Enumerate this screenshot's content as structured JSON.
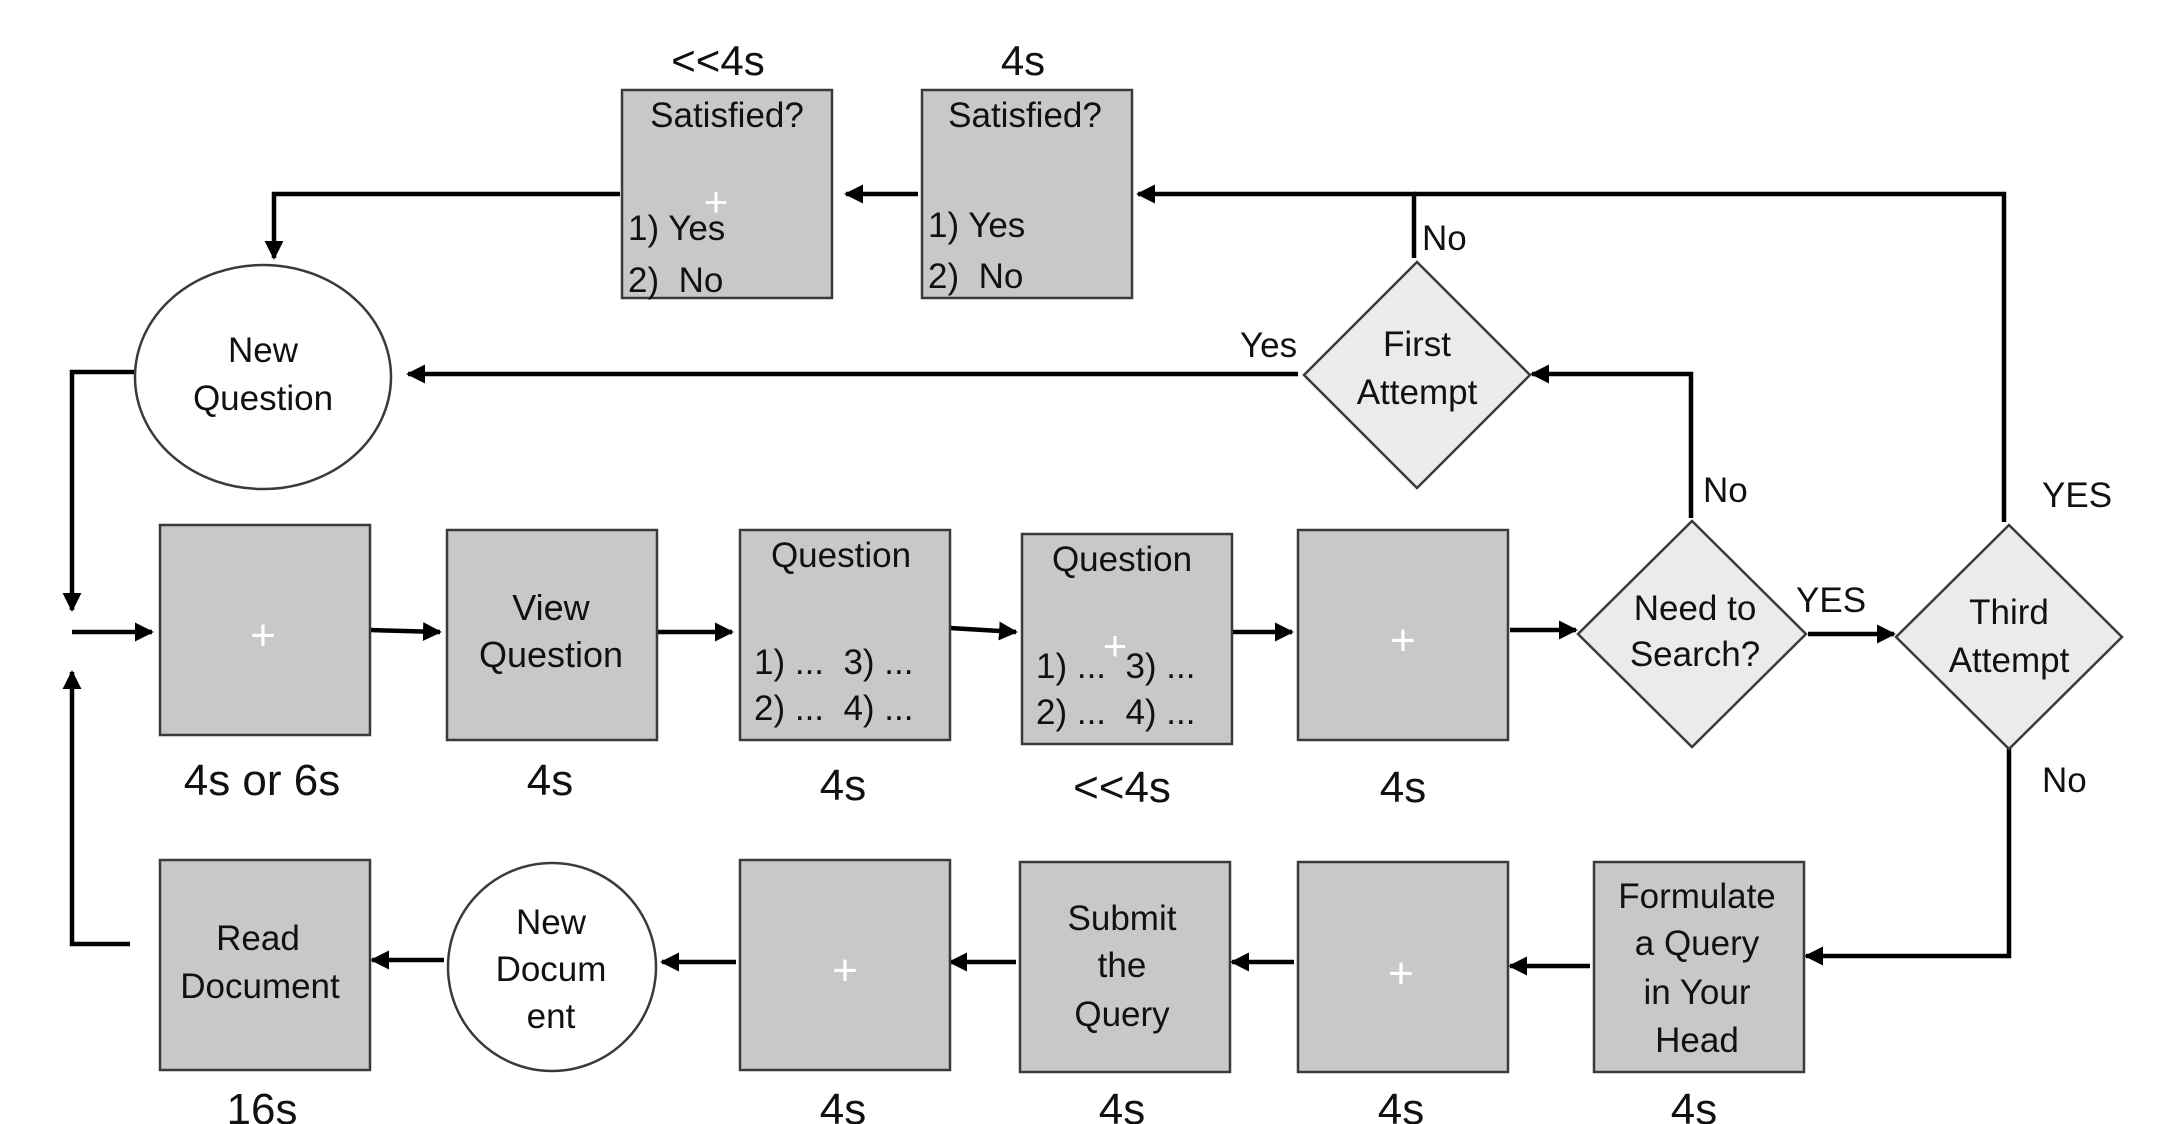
{
  "nodes": {
    "sat_left": {
      "title": "Satisfied?",
      "cross": "+",
      "opt1": "1) Yes",
      "opt2": "2)  No",
      "time": "<<4s"
    },
    "sat_right": {
      "title": "Satisfied?",
      "opt1": "1) Yes",
      "opt2": "2)  No",
      "time": "4s"
    },
    "new_question": {
      "line1": "New",
      "line2": "Question"
    },
    "first_attempt": {
      "line1": "First",
      "line2": "Attempt"
    },
    "fixation1": {
      "cross": "+",
      "time": "4s or 6s"
    },
    "view_question": {
      "line1": "View",
      "line2": "Question",
      "time": "4s"
    },
    "question1": {
      "title": "Question",
      "row1": "1) ...  3) ...",
      "row2": "2) ...  4) ...",
      "time": "4s"
    },
    "question2": {
      "title": "Question",
      "cross": "+",
      "row1": "1) ...  3) ...",
      "row2": "2) ...  4) ...",
      "time": "<<4s"
    },
    "fixation2": {
      "cross": "+",
      "time": "4s"
    },
    "need_search": {
      "line1": "Need to",
      "line2": "Search?"
    },
    "third_attempt": {
      "line1": "Third",
      "line2": "Attempt"
    },
    "read_document": {
      "line1": "Read",
      "line2": "Document",
      "time": "16s"
    },
    "new_document": {
      "line1": "New",
      "line2": "Docum",
      "line3": "ent"
    },
    "fixation3": {
      "cross": "+",
      "time": "4s"
    },
    "submit_query": {
      "line1": "Submit",
      "line2": "the",
      "line3": "Query",
      "time": "4s"
    },
    "fixation4": {
      "cross": "+",
      "time": "4s"
    },
    "formulate_query": {
      "line1": "Formulate",
      "line2": "a Query",
      "line3": "in Your",
      "line4": "Head",
      "time": "4s"
    }
  },
  "edge_labels": {
    "first_no": "No",
    "first_yes": "Yes",
    "need_no": "No",
    "need_yes": "YES",
    "third_yes": "YES",
    "third_no": "No"
  }
}
